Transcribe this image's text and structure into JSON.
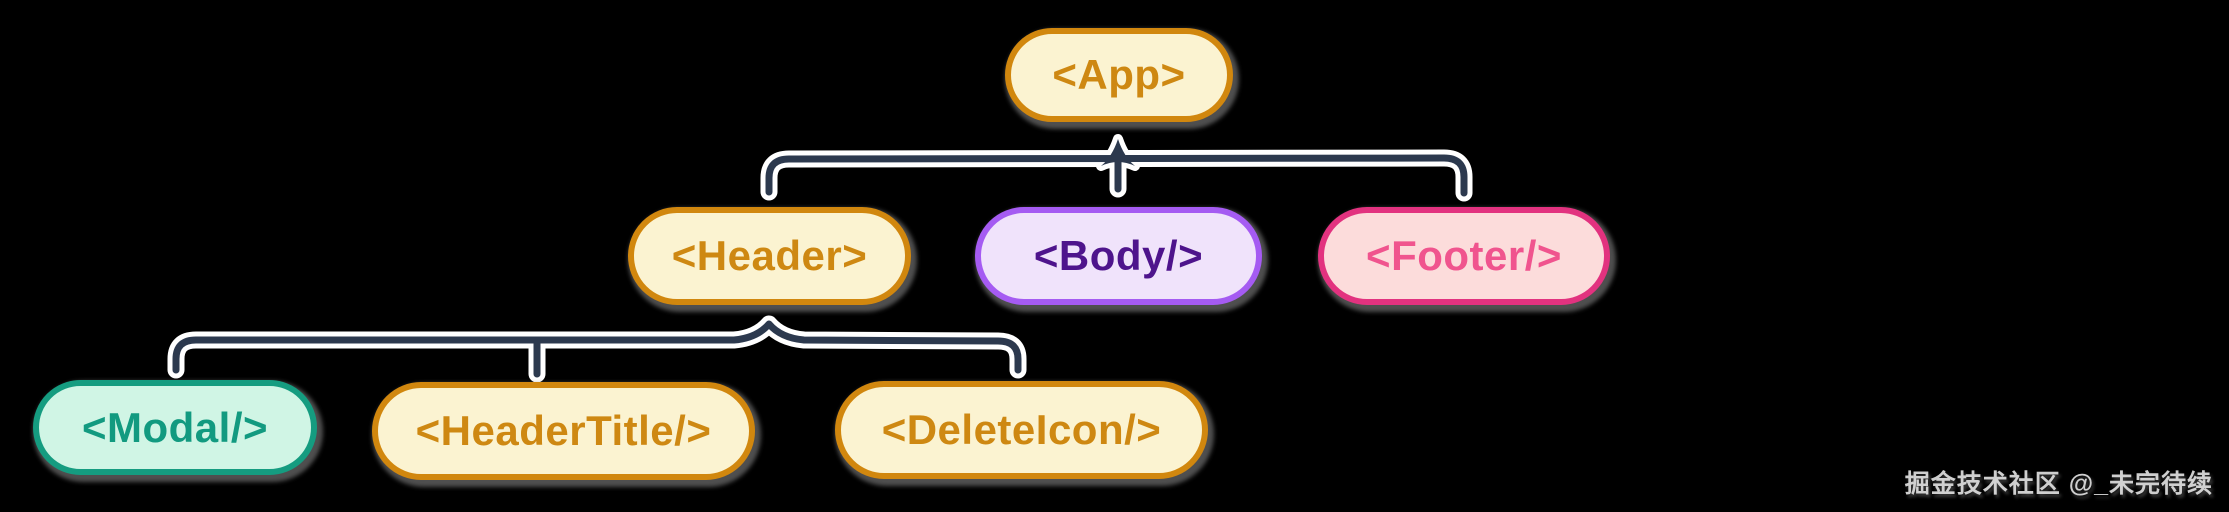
{
  "page": {
    "background_color": "#000000",
    "description": "React component tree diagram"
  },
  "diagram": {
    "type": "tree",
    "connector_color": "#2C394E",
    "connector_halo_color": "#FFFFFF",
    "node_shadow_color": "#808080",
    "nodes": [
      {
        "id": "app",
        "label": "<App>",
        "parent": null,
        "fill": "#FBF3D1",
        "border": "#D1870E",
        "text_color": "#CE8812"
      },
      {
        "id": "header",
        "label": "<Header>",
        "parent": "app",
        "fill": "#FBF3D1",
        "border": "#D1870E",
        "text_color": "#CE8812"
      },
      {
        "id": "body",
        "label": "<Body/>",
        "parent": "app",
        "fill": "#F0E3FB",
        "border": "#A55BF2",
        "text_color": "#4E148C"
      },
      {
        "id": "footer",
        "label": "<Footer/>",
        "parent": "app",
        "fill": "#FCDCDB",
        "border": "#E2327F",
        "text_color": "#F0548E"
      },
      {
        "id": "modal",
        "label": "<Modal/>",
        "parent": "header",
        "fill": "#D0F5E5",
        "border": "#159C80",
        "text_color": "#129A80"
      },
      {
        "id": "headertitle",
        "label": "<HeaderTitle/>",
        "parent": "header",
        "fill": "#FBF3D1",
        "border": "#D1870E",
        "text_color": "#CE8812"
      },
      {
        "id": "deleteicon",
        "label": "<DeleteIcon/>",
        "parent": "header",
        "fill": "#FBF3D1",
        "border": "#D1870E",
        "text_color": "#CE8812"
      }
    ],
    "edges": [
      {
        "from": "app",
        "to": [
          "header",
          "body",
          "footer"
        ]
      },
      {
        "from": "header",
        "to": [
          "modal",
          "headertitle",
          "deleteicon"
        ]
      }
    ],
    "watermark": "掘金技术社区 @_未完待续"
  }
}
